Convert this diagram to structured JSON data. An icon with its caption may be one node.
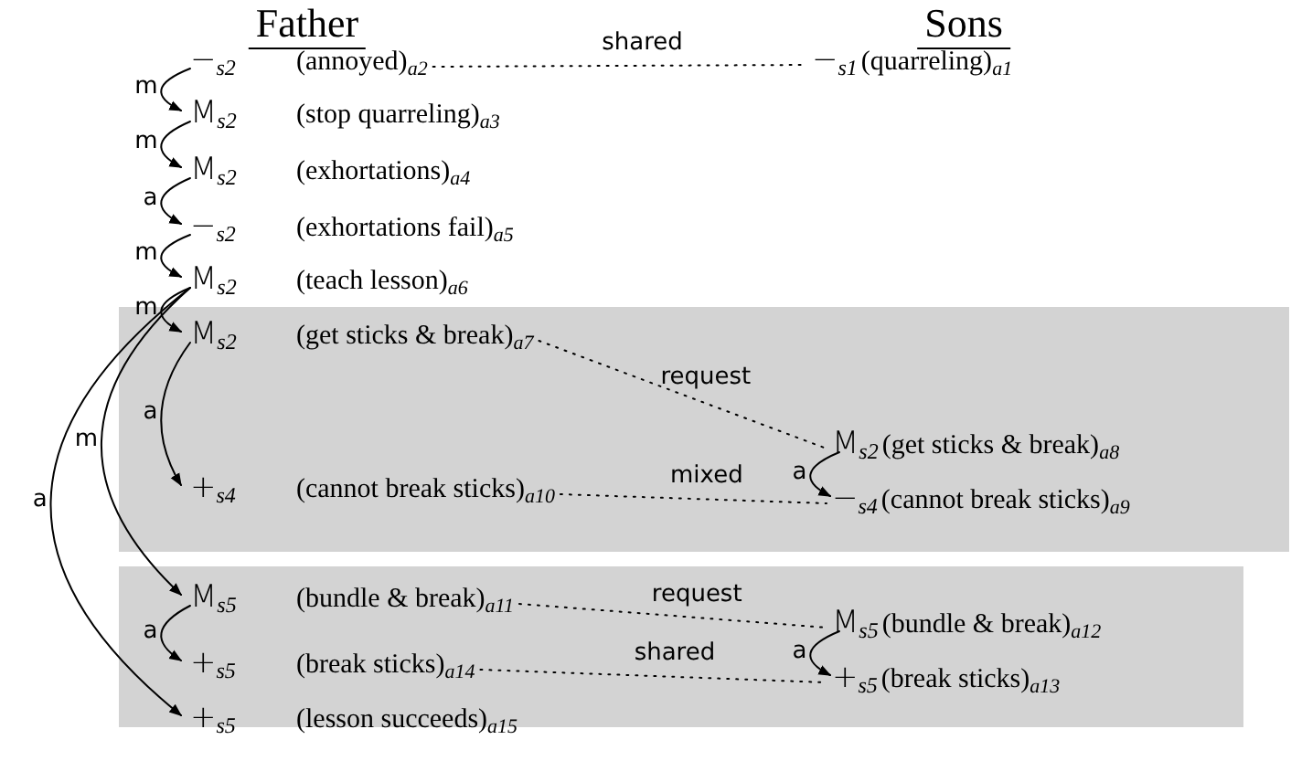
{
  "diagram": {
    "nodes": [
      {
        "text": [
          "−$_{s2}$",
          "(annoyed)$_{a2}$"
        ]
      },
      {
        "text": [
          "−$_{s1}$",
          "(quarreling)$_{a1}$"
        ]
      },
      {
        "text": [
          "M$_{s2}$",
          "(stop quarreling)$_{a3}$"
        ]
      },
      {
        "text": [
          "M$_{s2}$",
          "(exhortations)$_{a4}$"
        ]
      },
      {
        "text": [
          "−$_{s2}$",
          "(exhortations fail)$_{a5}$"
        ]
      },
      {
        "text": [
          "M$_{s2}$",
          "(teach lesson)$_{a6}$"
        ]
      },
      {
        "text": [],
        "shape": "band"
      },
      {
        "text": [
          "M$_{s2}$",
          "(get sticks & break)$_{a7}$"
        ],
        "in": 6
      },
      {
        "text": [
          "M$_{s2}$",
          "(get sticks & break)$_{a8}$"
        ],
        "in": 6
      },
      {
        "text": [
          "−$_{s4}$",
          "(cannot break sticks)$_{a9}$"
        ],
        "in": 6
      },
      {
        "text": [
          "+$_{s4}$",
          "(cannot break sticks)$_{a10}$"
        ],
        "in": 6
      },
      {
        "text": [],
        "shape": "band"
      },
      {
        "text": [
          "M$_{s5}$",
          "(bundle & break)$_{a11}$"
        ],
        "in": 11
      },
      {
        "text": [
          "M$_{s5}$",
          "(bundle & break)$_{a12}$"
        ],
        "in": 11
      },
      {
        "text": [
          "+$_{s5}$",
          "(break sticks)$_{a13}$"
        ],
        "in": 11
      },
      {
        "text": [
          "+$_{s5}$",
          "(break sticks)$_{a14}$"
        ],
        "in": 11
      },
      {
        "text": [
          "+$_{s5}$",
          "(lesson succeeds)$_{a15}$"
        ]
      }
    ],
    "edges": [
      {
        "from": 0,
        "to": 2,
        "arrow": "to",
        "label": "m"
      },
      {
        "from": 2,
        "to": 3,
        "arrow": "to",
        "label": "m"
      },
      {
        "from": 3,
        "to": 4,
        "arrow": "to",
        "label": "a"
      },
      {
        "from": 4,
        "to": 5,
        "arrow": "to",
        "label": "m"
      },
      {
        "from": 5,
        "to": 7,
        "arrow": "to",
        "label": "m"
      },
      {
        "from": 5,
        "to": 12,
        "arrow": "to",
        "label": "m"
      },
      {
        "from": 5,
        "to": 16,
        "arrow": "to",
        "label": "a"
      },
      {
        "from": 7,
        "to": 10,
        "arrow": "to",
        "label": "a"
      },
      {
        "from": 8,
        "to": 9,
        "arrow": "to",
        "label": "a"
      },
      {
        "from": 12,
        "to": 15,
        "arrow": "to",
        "label": "a"
      },
      {
        "from": 13,
        "to": 14,
        "arrow": "to",
        "label": "a"
      },
      {
        "from": 0,
        "to": 1,
        "arrow": "none",
        "label": "shared",
        "style": "dashed"
      },
      {
        "from": 7,
        "to": 8,
        "arrow": "none",
        "label": "request",
        "style": "dashed"
      },
      {
        "from": 10,
        "to": 9,
        "arrow": "none",
        "label": "mixed",
        "style": "dashed"
      },
      {
        "from": 12,
        "to": 13,
        "arrow": "none",
        "label": "request",
        "style": "dashed"
      },
      {
        "from": 15,
        "to": 14,
        "arrow": "none",
        "label": "shared",
        "style": "dashed"
      }
    ],
    "labels": [
      "Father",
      "Sons"
    ]
  }
}
